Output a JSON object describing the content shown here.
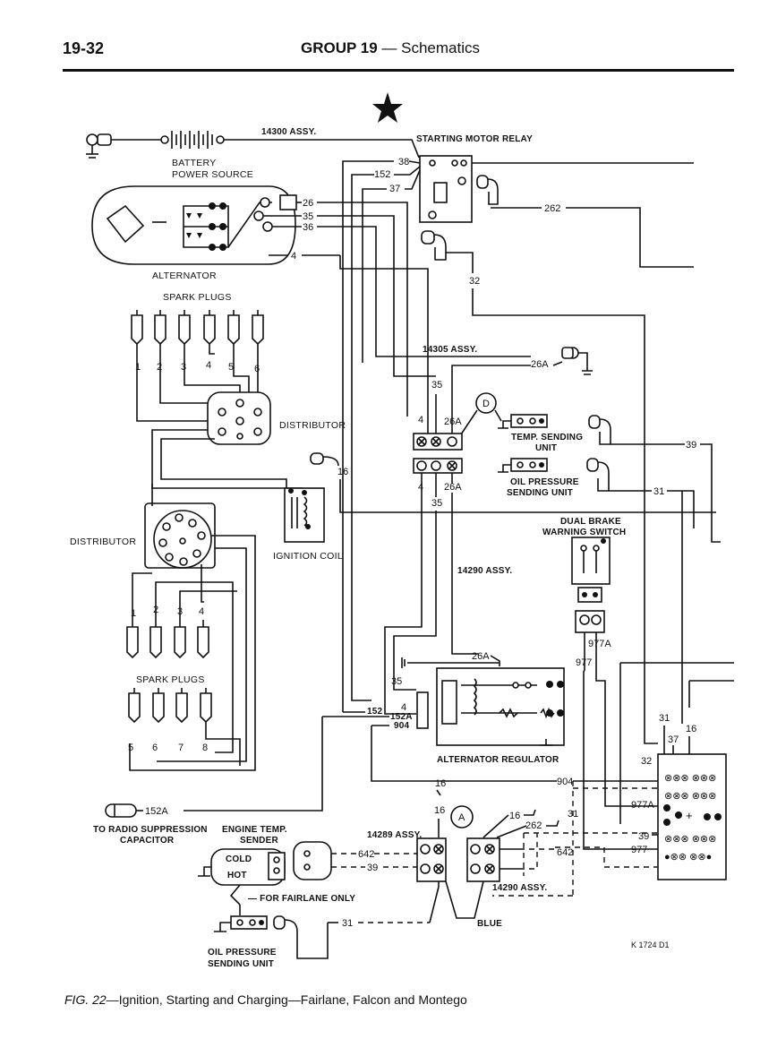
{
  "header": {
    "page_number": "19-32",
    "group": "GROUP 19",
    "dash": "—",
    "section": "Schematics"
  },
  "caption": {
    "fig": "FIG. 22—",
    "text": "Ignition, Starting and Charging—Fairlane, Falcon and Montego"
  },
  "labels": {
    "battery_assy": "14300 ASSY.",
    "battery_l1": "BATTERY",
    "battery_l2": "POWER SOURCE",
    "starting_motor_relay": "STARTING MOTOR RELAY",
    "alternator": "ALTERNATOR",
    "spark_plugs_top": "SPARK PLUGS",
    "distributor_top": "DISTRIBUTOR",
    "distributor_left": "DISTRIBUTOR",
    "ignition_coil": "IGNITION COIL",
    "spark_plugs_bottom": "SPARK PLUGS",
    "assy_14305": "14305 ASSY.",
    "temp_sending_l1": "TEMP. SENDING",
    "temp_sending_l2": "UNIT",
    "oil_pressure_l1": "OIL PRESSURE",
    "oil_pressure_l2": "SENDING UNIT",
    "dual_brake_l1": "DUAL BRAKE",
    "dual_brake_l2": "WARNING SWITCH",
    "assy_14290_mid": "14290 ASSY.",
    "alternator_regulator": "ALTERNATOR REGULATOR",
    "radio_l1": "TO RADIO SUPPRESSION",
    "radio_l2": "CAPACITOR",
    "engine_temp_l1": "ENGINE TEMP.",
    "engine_temp_l2": "SENDER",
    "assy_14289": "14289 ASSY.",
    "assy_14290_bottom": "14290 ASSY.",
    "for_fairlane": "— FOR FAIRLANE ONLY",
    "blue": "BLUE",
    "oil_pressure_bottom_l1": "OIL PRESSURE",
    "oil_pressure_bottom_l2": "SENDING UNIT",
    "cold": "COLD",
    "hot": "HOT",
    "figure_code": "K 1724 D1",
    "gauge_d": "D",
    "gauge_a": "A"
  },
  "wire_numbers": {
    "w38": "38",
    "w152": "152",
    "w37": "37",
    "w26": "26",
    "w35": "35",
    "w36": "36",
    "w4": "4",
    "w262": "262",
    "w32": "32",
    "w26A": "26A",
    "w39": "39",
    "w31": "31",
    "w16": "16",
    "w977A": "977A",
    "w977": "977",
    "w904": "904",
    "w152A": "152A",
    "w642": "642"
  },
  "plug_numbers_top": [
    "1",
    "2",
    "3",
    "4",
    "5",
    "6"
  ],
  "plug_numbers_bottom_a": [
    "1",
    "2",
    "3",
    "4"
  ],
  "plug_numbers_bottom_b": [
    "5",
    "6",
    "7",
    "8"
  ]
}
